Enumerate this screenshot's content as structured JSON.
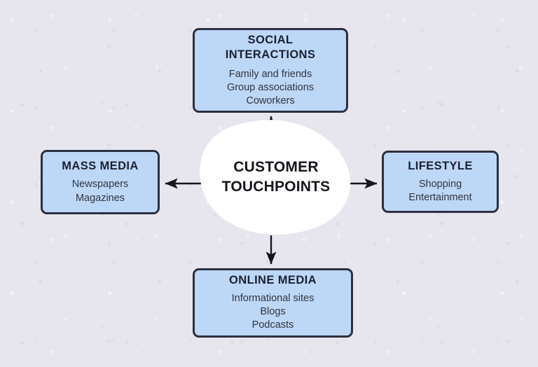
{
  "diagram": {
    "background_color": "#e7e6ee",
    "box_fill_color": "#bdd7f7",
    "box_border_color": "#2b3040",
    "center": {
      "title_line1": "CUSTOMER",
      "title_line2": "TOUCHPOINTS",
      "shape": "organic-blob",
      "fill_color": "#ffffff"
    },
    "nodes": [
      {
        "id": "social-interactions",
        "position": "top",
        "title_line1": "SOCIAL",
        "title_line2": "INTERACTIONS",
        "items": [
          "Family and friends",
          "Group associations",
          "Coworkers"
        ]
      },
      {
        "id": "mass-media",
        "position": "left",
        "title_line1": "MASS MEDIA",
        "title_line2": "",
        "items": [
          "Newspapers",
          "Magazines"
        ]
      },
      {
        "id": "lifestyle",
        "position": "right",
        "title_line1": "LIFESTYLE",
        "title_line2": "",
        "items": [
          "Shopping",
          "Entertainment"
        ]
      },
      {
        "id": "online-media",
        "position": "bottom",
        "title_line1": "ONLINE MEDIA",
        "title_line2": "",
        "items": [
          "Informational sites",
          "Blogs",
          "Podcasts"
        ]
      }
    ],
    "arrows": [
      {
        "id": "arrow-up",
        "from": "center",
        "to": "social-interactions",
        "direction": "up"
      },
      {
        "id": "arrow-left",
        "from": "center",
        "to": "mass-media",
        "direction": "left"
      },
      {
        "id": "arrow-right",
        "from": "center",
        "to": "lifestyle",
        "direction": "right"
      },
      {
        "id": "arrow-down",
        "from": "center",
        "to": "online-media",
        "direction": "down"
      }
    ]
  }
}
